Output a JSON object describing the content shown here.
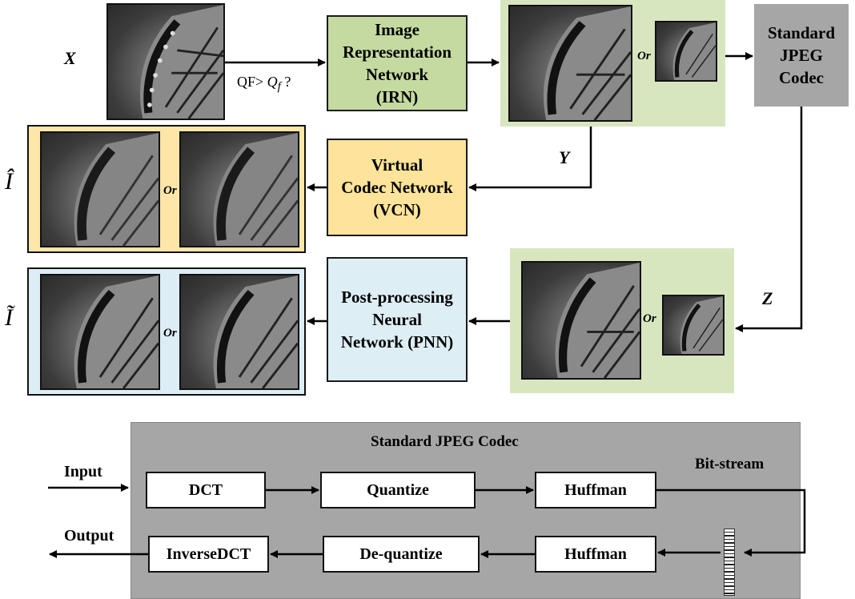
{
  "labels": {
    "x": "X",
    "y": "Y",
    "z": "Z",
    "i_hat": "Î",
    "i_tilde": "Ĩ",
    "qf_condition": "QF> ",
    "qf_symbol": "Q",
    "qf_sub": "f",
    "qf_q": " ?",
    "or": "Or"
  },
  "blocks": {
    "irn": [
      "Image",
      "Representation",
      "Network",
      "(IRN)"
    ],
    "jpeg": [
      "Standard",
      "JPEG",
      "Codec"
    ],
    "vcn": [
      "Virtual",
      "Codec Network",
      "(VCN)"
    ],
    "pnn": [
      "Post-processing",
      "Neural",
      "Network (PNN)"
    ]
  },
  "codec": {
    "title": "Standard JPEG Codec",
    "input": "Input",
    "output": "Output",
    "bitstream": "Bit-stream",
    "dct": "DCT",
    "quantize": "Quantize",
    "huffman_enc": "Huffman",
    "huffman_dec": "Huffman",
    "dequantize": "De-quantize",
    "idct": "InverseDCT"
  },
  "colors": {
    "irn": "#c5daa0",
    "vcn": "#fde49a",
    "pnn": "#ddeef5",
    "jpeg": "#a6a6a6",
    "panel_green": "#d7e6bf"
  }
}
